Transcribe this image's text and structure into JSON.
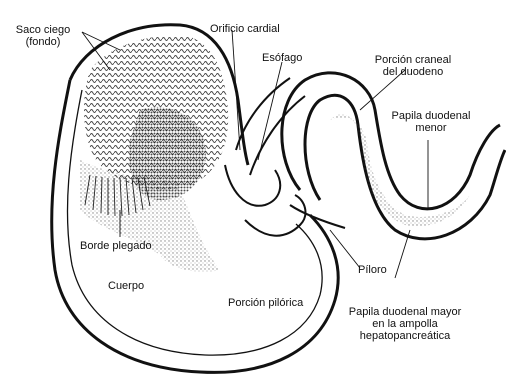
{
  "diagram": {
    "labels": {
      "saco_ciego": [
        "Saco ciego",
        "(fondo)"
      ],
      "orificio_cardial": "Orificio cardial",
      "esofago": "Esófago",
      "porcion_craneal": [
        "Porción craneal",
        "del duodeno"
      ],
      "papila_menor": [
        "Papila duodenal",
        "menor"
      ],
      "borde_plegado": "Borde plegado",
      "cuerpo": "Cuerpo",
      "piloro": "Píloro",
      "porcion_pilorica": "Porción pilórica",
      "papila_mayor": [
        "Papila duodenal mayor",
        "en la ampolla",
        "hepatopancreática"
      ]
    },
    "colors": {
      "ink": "#111111",
      "background": "#ffffff"
    }
  }
}
